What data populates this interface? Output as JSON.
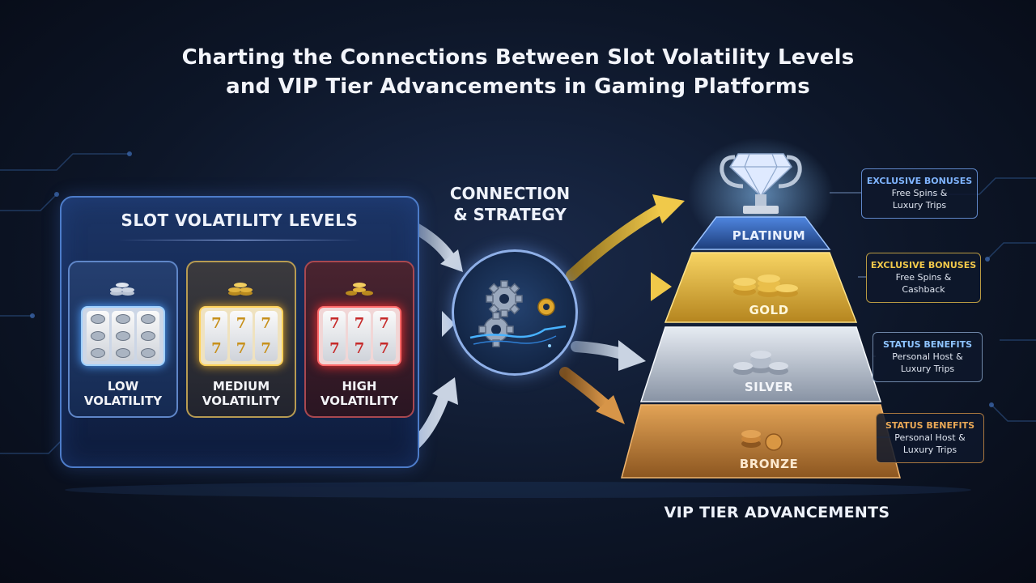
{
  "title": {
    "line1": "Charting the Connections Between Slot Volatility Levels",
    "line2": "and VIP Tier Advancements in Gaming Platforms"
  },
  "volatility_panel": {
    "title": "SLOT VOLATILITY LEVELS",
    "levels": [
      {
        "line1": "LOW",
        "line2": "VOLATILITY",
        "symbol": "coin-icon",
        "color": "#4fa2ff"
      },
      {
        "line1": "MEDIUM",
        "line2": "VOLATILITY",
        "symbol": "7",
        "color": "#e0a528"
      },
      {
        "line1": "HIGH",
        "line2": "VOLATILITY",
        "symbol": "7",
        "color": "#ff3030"
      }
    ]
  },
  "connection": {
    "line1": "CONNECTION",
    "line2": "& STRATEGY"
  },
  "vip": {
    "title": "VIP TIER ADVANCEMENTS",
    "tiers": [
      {
        "name": "PLATINUM",
        "color": "#5b8fe0"
      },
      {
        "name": "GOLD",
        "color": "#e8b833"
      },
      {
        "name": "SILVER",
        "color": "#c4ccd8"
      },
      {
        "name": "BRONZE",
        "color": "#c8893a"
      }
    ],
    "benefits": [
      {
        "heading": "EXCLUSIVE BONUSES",
        "line1": "Free Spins &",
        "line2": "Luxury Trips",
        "color": "#7fb4ff"
      },
      {
        "heading": "EXCLUSIVE BONUSES",
        "line1": "Free Spins &",
        "line2": "Cashback",
        "color": "#f1c84a"
      },
      {
        "heading": "STATUS BENEFITS",
        "line1": "Personal Host &",
        "line2": "Luxury Trips",
        "color": "#8ec4ff"
      },
      {
        "heading": "STATUS BENEFITS",
        "line1": "Personal Host &",
        "line2": "Luxury Trips",
        "color": "#e9a856"
      }
    ]
  },
  "colors": {
    "background": "#0d1628",
    "panel_border": "#4d7cc9",
    "arrow_silver": "#aab6c8",
    "arrow_gold": "#d9ad3a",
    "arrow_bronze": "#c98a3c"
  }
}
